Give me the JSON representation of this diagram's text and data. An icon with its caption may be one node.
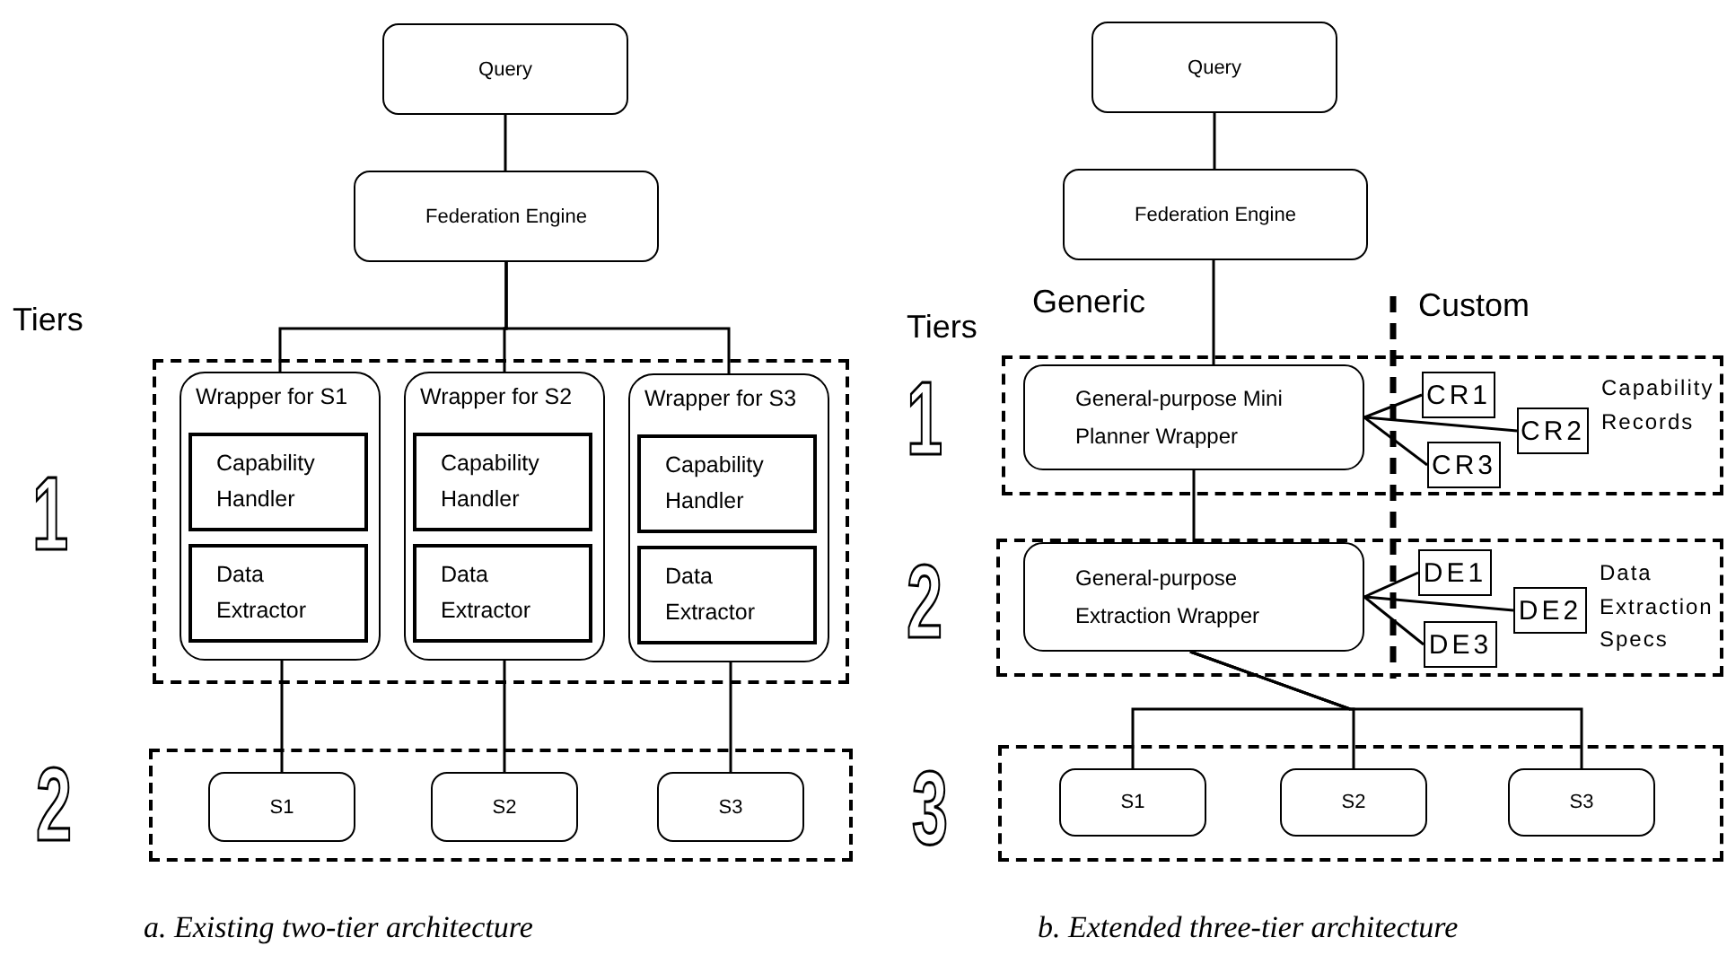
{
  "diagram": {
    "nodes": [
      {
        "text": [
          "Query"
        ]
      },
      {
        "text": [
          "Federation Engine"
        ]
      },
      {
        "text": [],
        "shape": "box",
        "beside": [
          "1"
        ]
      },
      {
        "text": [
          "Wrapper for S1"
        ],
        "in": 2
      },
      {
        "text": [
          "Capability Handler"
        ],
        "in": 3
      },
      {
        "text": [
          "Data Extractor"
        ],
        "in": 3
      },
      {
        "text": [
          "Wrapper for S2"
        ],
        "in": 2
      },
      {
        "text": [
          "Capability Handler"
        ],
        "in": 6
      },
      {
        "text": [
          "Data Extractor"
        ],
        "in": 6
      },
      {
        "text": [
          "Wrapper for S3"
        ],
        "in": 2
      },
      {
        "text": [
          "Capability Handler"
        ],
        "in": 9
      },
      {
        "text": [
          "Data Extractor"
        ],
        "in": 9
      },
      {
        "text": [],
        "shape": "box",
        "beside": [
          "2"
        ]
      },
      {
        "text": [
          "S1"
        ],
        "in": 12
      },
      {
        "text": [
          "S2"
        ],
        "in": 12
      },
      {
        "text": [
          "S3"
        ],
        "in": 12
      },
      {
        "text": [
          "Query"
        ]
      },
      {
        "text": [
          "Federation Engine"
        ]
      },
      {
        "text": [],
        "shape": "box",
        "beside": [
          "1"
        ]
      },
      {
        "text": [
          "General-purpose Mini Planner Wrapper"
        ],
        "in": 18
      },
      {
        "text": [
          "CR1"
        ],
        "in": 18
      },
      {
        "text": [
          "CR2"
        ],
        "in": 18
      },
      {
        "text": [
          "CR3"
        ],
        "in": 18
      },
      {
        "text": [],
        "shape": "box",
        "beside": [
          "2"
        ]
      },
      {
        "text": [
          "General-purpose Extraction Wrapper"
        ],
        "in": 23
      },
      {
        "text": [
          "DE1"
        ],
        "in": 23
      },
      {
        "text": [
          "DE2"
        ],
        "in": 23
      },
      {
        "text": [
          "DE3"
        ],
        "in": 23
      },
      {
        "text": [],
        "shape": "box",
        "beside": [
          "3"
        ]
      },
      {
        "text": [
          "S1"
        ],
        "in": 28
      },
      {
        "text": [
          "S2"
        ],
        "in": 28
      },
      {
        "text": [
          "S3"
        ],
        "in": 28
      }
    ],
    "edges": [
      {
        "from": 0,
        "to": 1,
        "arrow": "none"
      },
      {
        "from": 1,
        "to": 3,
        "arrow": "none"
      },
      {
        "from": 1,
        "to": 6,
        "arrow": "none"
      },
      {
        "from": 1,
        "to": 9,
        "arrow": "none"
      },
      {
        "from": 3,
        "to": 13,
        "arrow": "none"
      },
      {
        "from": 6,
        "to": 14,
        "arrow": "none"
      },
      {
        "from": 9,
        "to": 15,
        "arrow": "none"
      },
      {
        "from": 16,
        "to": 17,
        "arrow": "none"
      },
      {
        "from": 17,
        "to": 19,
        "arrow": "none"
      },
      {
        "from": 19,
        "to": 20,
        "arrow": "none"
      },
      {
        "from": 19,
        "to": 21,
        "arrow": "none"
      },
      {
        "from": 19,
        "to": 22,
        "arrow": "none"
      },
      {
        "from": 19,
        "to": 24,
        "arrow": "none"
      },
      {
        "from": 24,
        "to": 25,
        "arrow": "none"
      },
      {
        "from": 24,
        "to": 26,
        "arrow": "none"
      },
      {
        "from": 24,
        "to": 27,
        "arrow": "none"
      },
      {
        "from": 24,
        "to": 29,
        "arrow": "none"
      },
      {
        "from": 24,
        "to": 30,
        "arrow": "none"
      },
      {
        "from": 24,
        "to": 31,
        "arrow": "none"
      }
    ],
    "labels": [
      "Tiers",
      "Tiers",
      "Generic",
      "Custom",
      "Capability Records",
      "Data Extraction Specs",
      "a. Existing two-tier architecture",
      "b. Extended three-tier architecture"
    ]
  }
}
